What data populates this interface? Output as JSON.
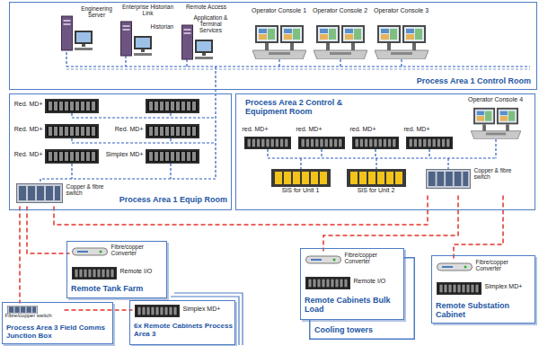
{
  "diagram": {
    "nodes": [
      {
        "text": [
          "Process Area 1 Control Room"
        ]
      },
      {
        "text": [
          "Engineering Server"
        ],
        "in": 0
      },
      {
        "text": [
          "Enterprise Historian Link",
          "Historian"
        ],
        "in": 0
      },
      {
        "text": [
          "Remote Access",
          "Application & Terminal Services"
        ],
        "in": 0
      },
      {
        "text": [
          "Operator Console 1"
        ],
        "in": 0
      },
      {
        "text": [
          "Operator Console 2"
        ],
        "in": 0
      },
      {
        "text": [
          "Operator Console 3"
        ],
        "in": 0
      },
      {
        "text": [
          "Process Area 1 Equip Room"
        ]
      },
      {
        "text": [
          "Red. MD+"
        ],
        "in": 7
      },
      {
        "text": [
          "Red. MD+"
        ],
        "in": 7
      },
      {
        "text": [
          "Red. MD+"
        ],
        "in": 7
      },
      {
        "text": [
          "Red. MD+"
        ],
        "in": 7
      },
      {
        "text": [
          "Simplex MD+"
        ],
        "in": 7
      },
      {
        "text": [
          "Copper & fibre switch"
        ],
        "in": 7
      },
      {
        "text": [
          "Process Area 2 Control & Equipment Room"
        ]
      },
      {
        "text": [
          "Operator Console 4"
        ],
        "in": 14
      },
      {
        "text": [
          "red. MD+"
        ],
        "in": 14
      },
      {
        "text": [
          "red. MD+"
        ],
        "in": 14
      },
      {
        "text": [
          "red. MD+"
        ],
        "in": 14
      },
      {
        "text": [
          "red. MD+"
        ],
        "in": 14
      },
      {
        "text": [
          "SIS for Unit 1"
        ],
        "in": 14
      },
      {
        "text": [
          "SIS for Unit 2"
        ],
        "in": 14
      },
      {
        "text": [
          "Copper & fibre switch"
        ],
        "in": 14
      },
      {
        "text": [
          "Remote Tank Farm"
        ]
      },
      {
        "text": [
          "Fibre/copper Converter"
        ],
        "in": 23
      },
      {
        "text": [
          "Remote I/O"
        ],
        "in": 23
      },
      {
        "text": [
          "Remote Cabinets Bulk Load"
        ]
      },
      {
        "text": [
          "Fibre/copper Converter"
        ],
        "in": 26
      },
      {
        "text": [
          "Remote I/O"
        ],
        "in": 26
      },
      {
        "text": [
          "Cooling towers"
        ]
      },
      {
        "text": [
          "Remote Substation Cabinet"
        ]
      },
      {
        "text": [
          "Fibre/copper Converter"
        ],
        "in": 30
      },
      {
        "text": [
          "Simplex MD+"
        ],
        "in": 30
      },
      {
        "text": [
          "Process Area 3 Field Comms Junction Box"
        ]
      },
      {
        "text": [
          "Fibre/copper switch"
        ],
        "in": 33
      },
      {
        "text": [
          "6x Remote Cabinets Process Area 3"
        ]
      },
      {
        "text": [
          "Simplex MD+"
        ],
        "in": 35
      }
    ],
    "edges": [
      {
        "from": 13,
        "to": 24,
        "arrow": "none"
      },
      {
        "from": 13,
        "to": 22,
        "arrow": "none"
      },
      {
        "from": 13,
        "to": 34,
        "arrow": "none"
      },
      {
        "from": 22,
        "to": 27,
        "arrow": "none"
      },
      {
        "from": 22,
        "to": 31,
        "arrow": "none"
      },
      {
        "from": 34,
        "to": 36,
        "arrow": "none"
      }
    ]
  }
}
